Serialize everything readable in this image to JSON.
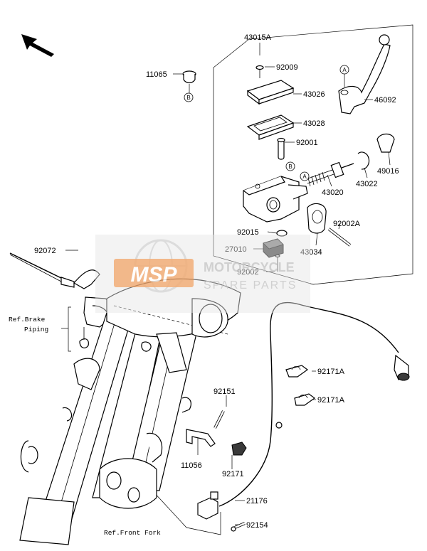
{
  "callouts": {
    "c43015A": "43015A",
    "c92009": "92009",
    "c43026": "43026",
    "c43028": "43028",
    "c92001": "92001",
    "c43020": "43020",
    "c43022": "43022",
    "c92015": "92015",
    "c27010": "27010",
    "c92002": "92002",
    "c43034": "43034",
    "c92002A": "92002A",
    "c11065": "11065",
    "c46092": "46092",
    "c49016": "49016",
    "c92072": "92072",
    "c92171A_1": "92171A",
    "c92171A_2": "92171A",
    "c92151": "92151",
    "c11056": "11056",
    "c92171": "92171",
    "c21176": "21176",
    "c92154": "92154"
  },
  "refs": {
    "brake_piping_1": "Ref.Brake",
    "brake_piping_2": "Piping",
    "front_fork": "Ref.Front Fork"
  },
  "markers": {
    "a_lever": "A",
    "a_cylinder": "A",
    "b_cap": "B",
    "b_cylinder": "B"
  },
  "watermark": {
    "logo": "MSP",
    "line1": "MOTORCYCLE",
    "line2": "SPARE PARTS"
  },
  "icons": {
    "direction": "front-direction-arrow-icon"
  },
  "colors": {
    "line": "#000000",
    "watermark_orange": "#f0a060",
    "watermark_grey": "#c8c8c8"
  }
}
